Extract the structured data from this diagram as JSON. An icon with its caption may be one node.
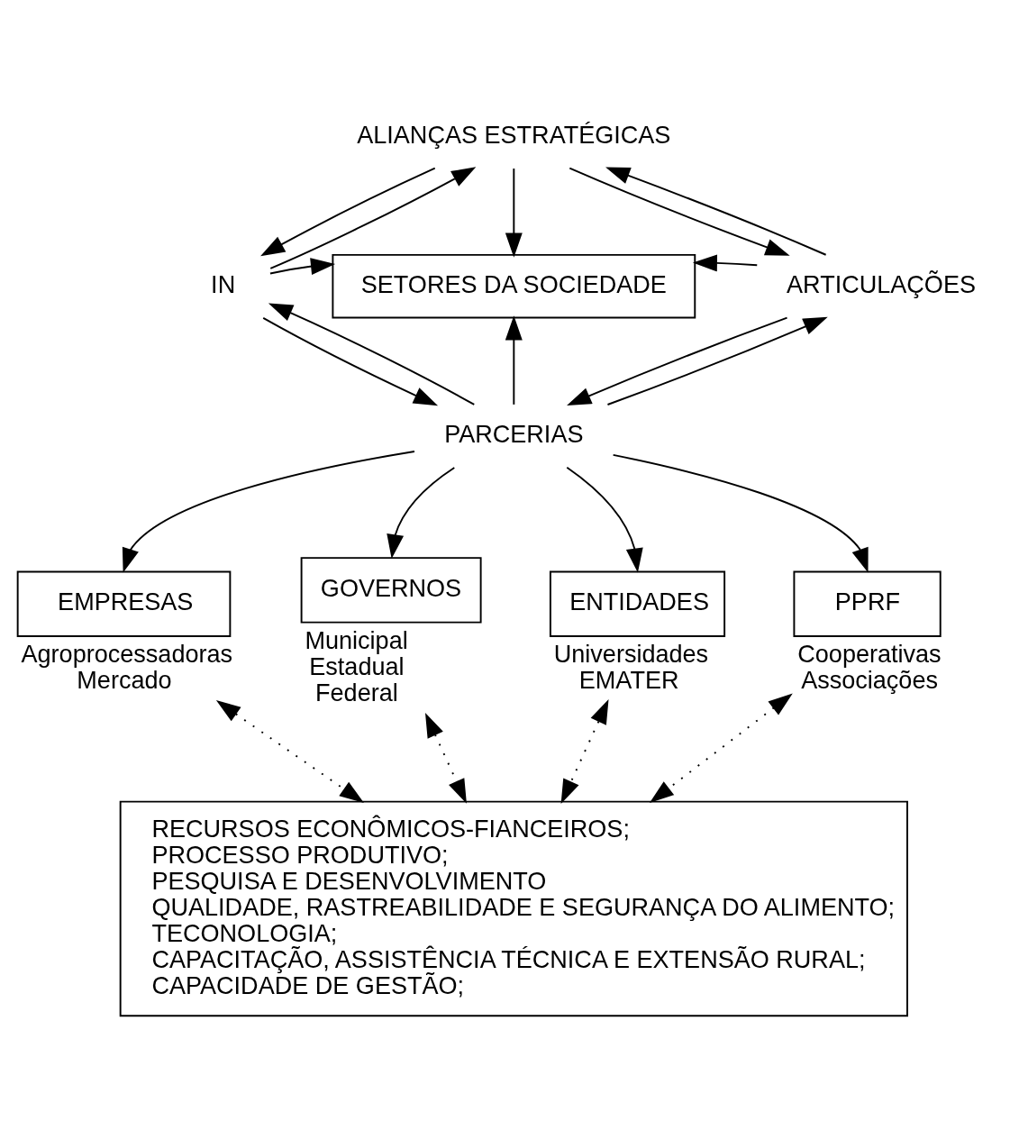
{
  "diagram": {
    "nodes": [
      {
        "text": [
          "ALIANÇAS ESTRATÉGICAS"
        ]
      },
      {
        "text": [
          "SETORES DA SOCIEDADE"
        ]
      },
      {
        "text": [
          "IN"
        ]
      },
      {
        "text": [
          "ARTICULAÇÕES"
        ]
      },
      {
        "text": [
          "PARCERIAS"
        ]
      },
      {
        "text": [
          "EMPRESAS"
        ],
        "beside": [
          "Agroprocessadoras Mercado"
        ]
      },
      {
        "text": [
          "GOVERNOS"
        ],
        "beside": [
          "Municipal Estadual Federal"
        ]
      },
      {
        "text": [
          "ENTIDADES"
        ],
        "beside": [
          "Universidades EMATER"
        ]
      },
      {
        "text": [
          "PPRF"
        ],
        "beside": [
          "Cooperativas Associações"
        ]
      },
      {
        "text": [
          "RECURSOS ECONÔMICOS-FIANCEIROS;",
          "PROCESSO PRODUTIVO;",
          "PESQUISA E DESENVOLVIMENTO",
          "QUALIDADE, RASTREABILIDADE E SEGURANÇA DO ALIMENTO;",
          "TECONOLOGIA;",
          "CAPACITAÇÃO, ASSISTÊNCIA TÉCNICA E EXTENSÃO RURAL;",
          "CAPACIDADE DE GESTÃO;"
        ]
      }
    ],
    "edges": [
      {
        "from": 0,
        "to": 1,
        "arrow": "to"
      },
      {
        "from": 2,
        "to": 0,
        "arrow": "to"
      },
      {
        "from": 0,
        "to": 2,
        "arrow": "to"
      },
      {
        "from": 2,
        "to": 1,
        "arrow": "to"
      },
      {
        "from": 3,
        "to": 0,
        "arrow": "to"
      },
      {
        "from": 0,
        "to": 3,
        "arrow": "to"
      },
      {
        "from": 3,
        "to": 1,
        "arrow": "to"
      },
      {
        "from": 4,
        "to": 2,
        "arrow": "to"
      },
      {
        "from": 2,
        "to": 4,
        "arrow": "to"
      },
      {
        "from": 4,
        "to": 3,
        "arrow": "to"
      },
      {
        "from": 3,
        "to": 4,
        "arrow": "to"
      },
      {
        "from": 4,
        "to": 1,
        "arrow": "to"
      },
      {
        "from": 4,
        "to": 5,
        "arrow": "to"
      },
      {
        "from": 4,
        "to": 6,
        "arrow": "to"
      },
      {
        "from": 4,
        "to": 7,
        "arrow": "to"
      },
      {
        "from": 4,
        "to": 8,
        "arrow": "to"
      },
      {
        "from": 5,
        "to": 9,
        "arrow": "both",
        "style": "dashed"
      },
      {
        "from": 6,
        "to": 9,
        "arrow": "both",
        "style": "dashed"
      },
      {
        "from": 7,
        "to": 9,
        "arrow": "both",
        "style": "dashed"
      },
      {
        "from": 8,
        "to": 9,
        "arrow": "both",
        "style": "dashed"
      }
    ]
  }
}
